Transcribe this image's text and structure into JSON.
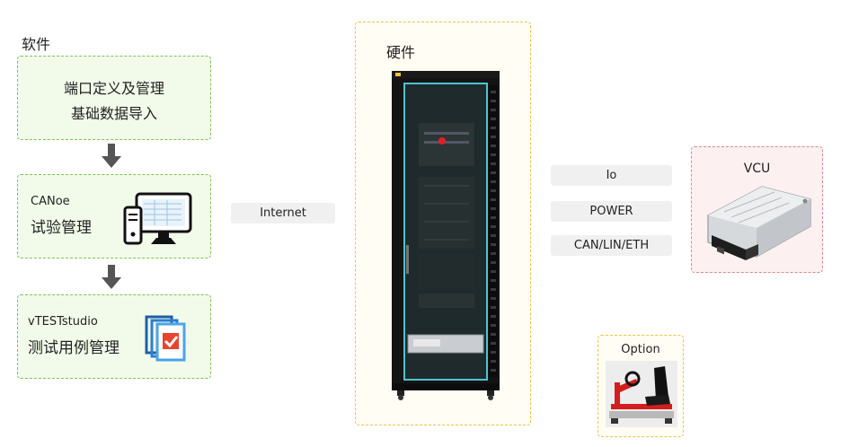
{
  "software": {
    "title": "软件",
    "box1": {
      "line1": "端口定义及管理",
      "line2": "基础数据导入"
    },
    "box2": {
      "sub": "CANoe",
      "main": "试验管理"
    },
    "box3": {
      "sub": "vTESTstudio",
      "main": "测试用例管理"
    }
  },
  "connections": {
    "internet": "Internet"
  },
  "hardware": {
    "title": "硬件"
  },
  "signals": [
    "Io",
    "POWER",
    "CAN/LIN/ETH"
  ],
  "vcu": {
    "title": "VCU"
  },
  "option": {
    "title": "Option"
  },
  "colors": {
    "software_fill": "#f2fbea",
    "software_border": "#7fc15a",
    "hardware_fill": "#fffdf4",
    "hardware_border": "#f0c24a",
    "vcu_fill": "#fdf0f1",
    "vcu_border": "#d98a92",
    "tag_fill": "#f0f0f0",
    "arrow": "#555555"
  },
  "icons": [
    "computer-icon",
    "vtest-document-icon",
    "cabinet-image",
    "ecu-image",
    "simulator-seat-image"
  ]
}
